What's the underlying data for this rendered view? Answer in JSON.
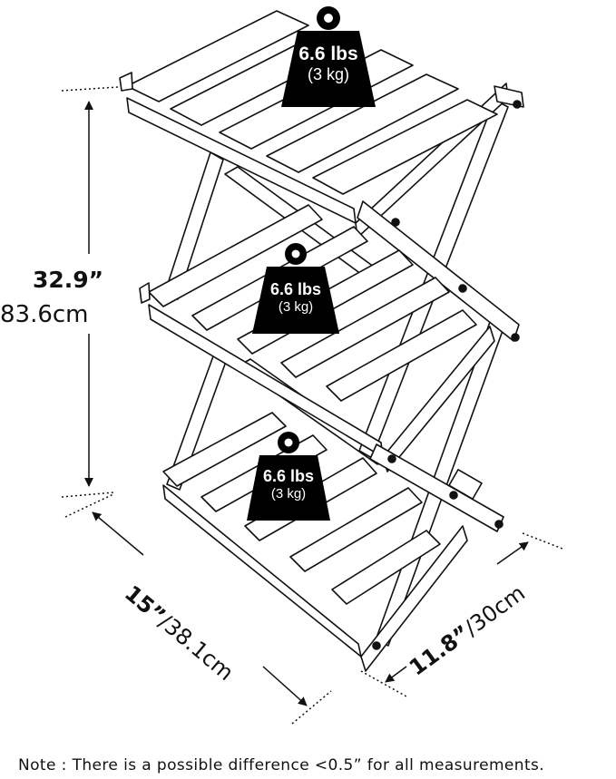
{
  "weights": [
    {
      "lbs": "6.6 lbs",
      "kg": "(3 kg)"
    },
    {
      "lbs": "6.6 lbs",
      "kg": "(3 kg)"
    },
    {
      "lbs": "6.6 lbs",
      "kg": "(3 kg)"
    }
  ],
  "dimensions": {
    "height_in": "32.9”",
    "height_cm": "83.6cm",
    "width_in": "15”",
    "width_cm": "/38.1cm",
    "depth_in": "11.8”",
    "depth_cm": "/30cm"
  },
  "note": "Note : There is a possible difference <0.5” for all measurements.",
  "colors": {
    "line": "#111111",
    "weight_fill": "#000000",
    "background": "#ffffff"
  }
}
